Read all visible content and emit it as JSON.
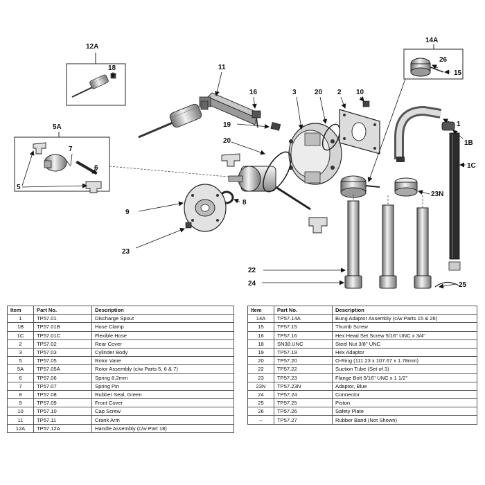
{
  "callouts": {
    "c12A": "12A",
    "c18": "18",
    "c11": "11",
    "c16": "16",
    "c3": "3",
    "c20a": "20",
    "c2": "2",
    "c10": "10",
    "c14A": "14A",
    "c26": "26",
    "c15": "15",
    "c1": "1",
    "c1B": "1B",
    "c1C": "1C",
    "c5A": "5A",
    "c7": "7",
    "c6": "6",
    "c5": "5",
    "c19": "19",
    "c20b": "20",
    "c23N": "23N",
    "c8": "8",
    "c9": "9",
    "c23": "23",
    "c22": "22",
    "c24": "24",
    "c25": "25"
  },
  "table_left": {
    "headers": [
      "Item",
      "Part No.",
      "Description"
    ],
    "rows": [
      {
        "item": "1",
        "part": "TP57.01",
        "desc": "Discharge Spout"
      },
      {
        "item": "1B",
        "part": "TP57.01B",
        "desc": "Hose Clamp"
      },
      {
        "item": "1C",
        "part": "TP57.01C",
        "desc": "Flexible Hose"
      },
      {
        "item": "2",
        "part": "TP57.02",
        "desc": "Rear Cover"
      },
      {
        "item": "3",
        "part": "TP57.03",
        "desc": "Cylinder Body"
      },
      {
        "item": "5",
        "part": "TP57.05",
        "desc": "Rotor Vane"
      },
      {
        "item": "5A",
        "part": "TP57.05A",
        "desc": "Rotor Assembly (c/w Parts 5, 6 & 7)"
      },
      {
        "item": "6",
        "part": "TP57.06",
        "desc": "Spring 8.2mm"
      },
      {
        "item": "7",
        "part": "TP57.07",
        "desc": "Spring Pin"
      },
      {
        "item": "8",
        "part": "TP57.08",
        "desc": "Rubber Seal, Green"
      },
      {
        "item": "9",
        "part": "TP57.09",
        "desc": "Front Cover"
      },
      {
        "item": "10",
        "part": "TP57.10",
        "desc": "Cap Screw"
      },
      {
        "item": "11",
        "part": "TP57.11",
        "desc": "Crank Arm"
      },
      {
        "item": "12A",
        "part": "TP57.12A",
        "desc": "Handle Assembly (c/w Part 18)"
      }
    ]
  },
  "table_right": {
    "headers": [
      "Item",
      "Part No.",
      "Description"
    ],
    "rows": [
      {
        "item": "14A",
        "part": "TP57.14A",
        "desc": "Bung Adaptor Assembly (c/w Parts 15 & 26)"
      },
      {
        "item": "15",
        "part": "TP57.15",
        "desc": "Thumb Screw"
      },
      {
        "item": "16",
        "part": "TP57.16",
        "desc": "Hex Head Set Screw 5/16\" UNC x 3/4\""
      },
      {
        "item": "18",
        "part": "SN38.UNC",
        "desc": "Steel Nut 3/8\" UNC"
      },
      {
        "item": "19",
        "part": "TP57.19",
        "desc": "Hex Adaptor"
      },
      {
        "item": "20",
        "part": "TP57.20",
        "desc": "O-Ring (111.23 x 107.67 x 1.78mm)"
      },
      {
        "item": "22",
        "part": "TP57.22",
        "desc": "Suction  Tube (Set of 3)"
      },
      {
        "item": "23",
        "part": "TP57.23",
        "desc": "Flange Bolt 5/16\" UNC x 1 1/2\""
      },
      {
        "item": "23N",
        "part": "TP57.23N",
        "desc": "Adaptor, Blue"
      },
      {
        "item": "24",
        "part": "TP57.24",
        "desc": "Connector"
      },
      {
        "item": "25",
        "part": "TP57.25",
        "desc": "Piston"
      },
      {
        "item": "26",
        "part": "TP57.26",
        "desc": "Safety Plate"
      },
      {
        "item": "--",
        "part": "TP57.27",
        "desc": "Rubber Band (Not Shown)"
      }
    ]
  }
}
